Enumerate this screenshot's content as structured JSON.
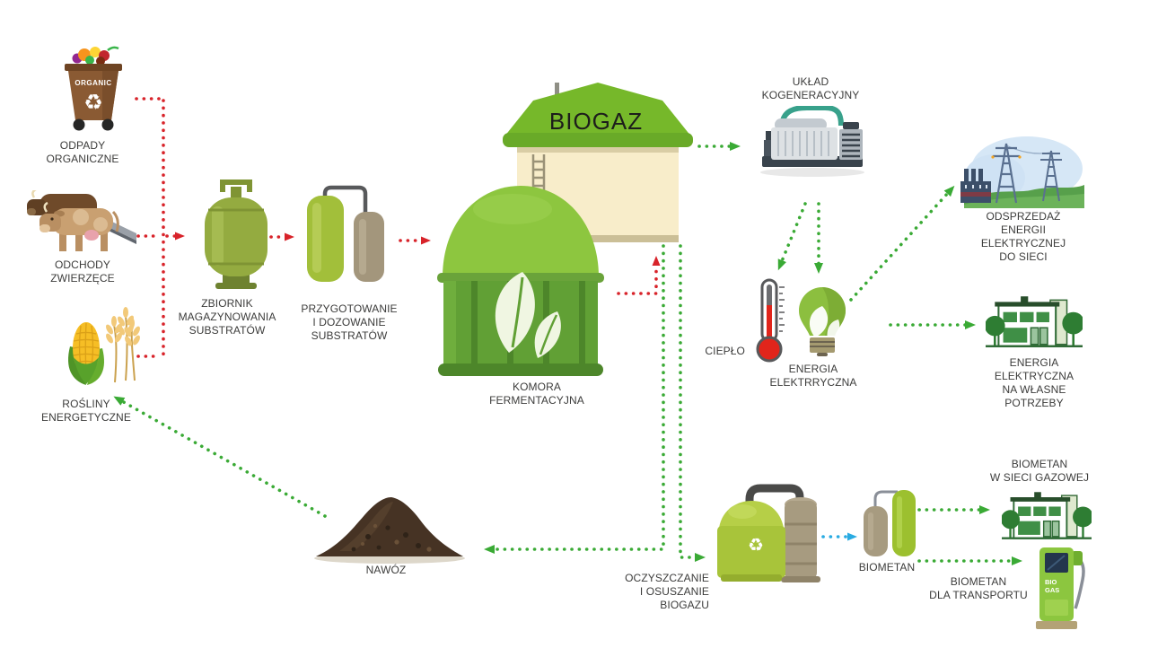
{
  "diagram": {
    "title": "BIOGAZ",
    "inputs": {
      "odpady": "ODPADY\nORGANICZNE",
      "odchody": "ODCHODY\nZWIERZĘCE",
      "rosliny": "ROŚLINY\nENERGETYCZNE"
    },
    "process": {
      "zbiornik": "ZBIORNIK\nMAGAZYNOWANIA\nSUBSTRATÓW",
      "przygotowanie": "PRZYGOTOWANIE\nI DOZOWANIE\nSUBSTRATÓW",
      "komora": "KOMORA\nFERMENTACYJNA",
      "uklad": "UKŁAD\nKOGENERACYJNY",
      "oczyszczanie": "OCZYSZCZANIE\nI OSUSZANIE\nBIOGAZU"
    },
    "outputs": {
      "odsprzedaz": "ODSPRZEDAŻ\nENERGII ELEKTRYCZNEJ\nDO SIECI",
      "cieplo": "CIEPŁO",
      "energia_elektryczna": "ENERGIA\nELEKTRRYCZNA",
      "energia_wlasne": "ENERGIA ELEKTRYCZNA\nNA WŁASNE\nPOTRZEBY",
      "nawoz": "NAWÓZ",
      "biometan": "BIOMETAN",
      "biometan_siec": "BIOMETAN\nW SIECI GAZOWEJ",
      "biometan_transport": "BIOMETAN\nDLA TRANSPORTU"
    },
    "icon_texts": {
      "bin_label": "ORGANIC",
      "pump_label": "BIO\nGAS",
      "recycle_glyph": "♻"
    },
    "icons": [
      "organic-waste-bin-icon",
      "cows-icon",
      "corn-wheat-icon",
      "storage-tank-icon",
      "preparation-tanks-icon",
      "fermentation-chamber-icon",
      "biogas-building-icon",
      "cogeneration-unit-icon",
      "power-grid-icon",
      "thermometer-icon",
      "eco-bulb-icon",
      "office-building-icon",
      "manure-pile-icon",
      "purification-unit-icon",
      "biomethane-cylinders-icon",
      "gas-network-building-icon",
      "fuel-pump-icon"
    ]
  },
  "colors": {
    "arrow_red": "#d8232a",
    "arrow_green": "#3aaa35",
    "arrow_blue": "#29abe2",
    "text": "#3c3c3b"
  }
}
